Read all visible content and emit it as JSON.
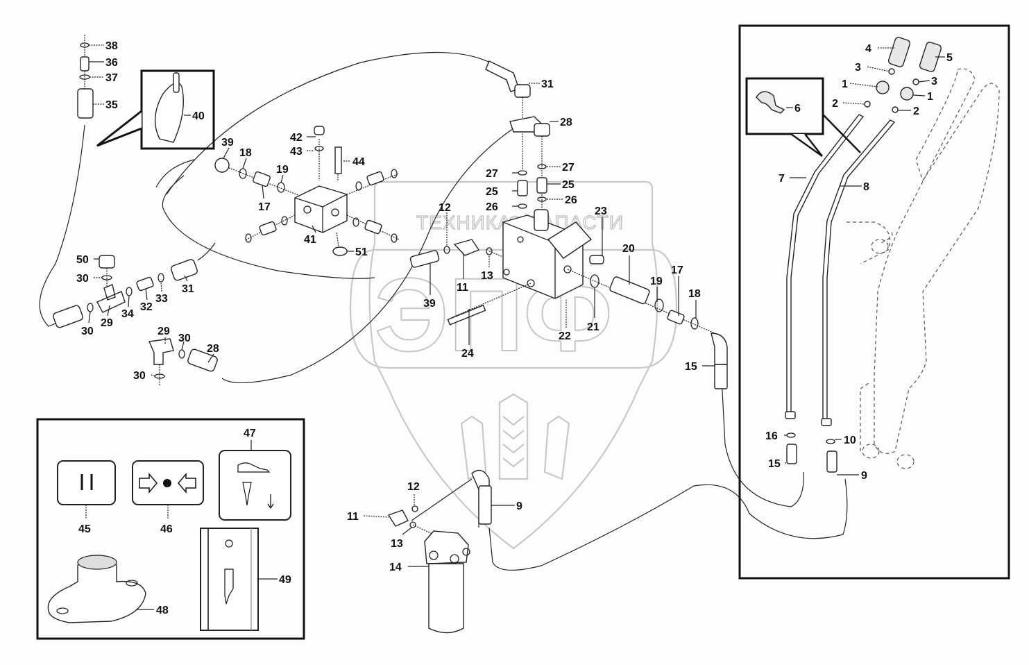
{
  "diagram": {
    "title": "Hydraulic hose and valve assembly — exploded parts view",
    "watermark": {
      "brand_text_left": "ТЕХНИКА",
      "brand_text_right": "ЗАПАСТИ",
      "logo_letters": "ЭПФ"
    },
    "callouts": {
      "c38": "38",
      "c36": "36",
      "c37": "37",
      "c35": "35",
      "c40": "40",
      "c39a": "39",
      "c18a": "18",
      "c19a": "19",
      "c17a": "17",
      "c42": "42",
      "c43": "43",
      "c44": "44",
      "c41": "41",
      "c51": "51",
      "c31a": "31",
      "c28a": "28",
      "c27a": "27",
      "c27b": "27",
      "c25a": "25",
      "c25b": "25",
      "c26a": "26",
      "c26b": "26",
      "c12a": "12",
      "c11a": "11",
      "c13a": "13",
      "c39b": "39",
      "c23": "23",
      "c20": "20",
      "c19b": "19",
      "c17b": "17",
      "c18b": "18",
      "c21": "21",
      "c22": "22",
      "c24": "24",
      "c15a": "15",
      "c50": "50",
      "c30a": "30",
      "c30b": "30",
      "c29a": "29",
      "c34": "34",
      "c32": "32",
      "c33": "33",
      "c31b": "31",
      "c29b": "29",
      "c30c": "30",
      "c30d": "30",
      "c28b": "28",
      "c4": "4",
      "c5": "5",
      "c3a": "3",
      "c3b": "3",
      "c1a": "1",
      "c1b": "1",
      "c2a": "2",
      "c2b": "2",
      "c6": "6",
      "c7": "7",
      "c8": "8",
      "c16": "16",
      "c10": "10",
      "c15b": "15",
      "c9a": "9",
      "c12b": "12",
      "c11b": "11",
      "c13b": "13",
      "c14": "14",
      "c9b": "9",
      "c45": "45",
      "c46": "46",
      "c47": "47",
      "c48": "48",
      "c49": "49"
    },
    "inset_panels": [
      {
        "name": "cable-tie-inset",
        "part": "40"
      },
      {
        "name": "clamp-inset",
        "part": "6"
      },
      {
        "name": "decals-inset",
        "parts": [
          "45",
          "46",
          "47",
          "48",
          "49"
        ]
      },
      {
        "name": "loader-arm-frame",
        "parts": [
          "1",
          "2",
          "3",
          "4",
          "5",
          "6",
          "7",
          "8",
          "9",
          "10",
          "15",
          "16"
        ]
      }
    ],
    "decal_symbols": {
      "d45": "pause-bars",
      "d46": "arrows-to-dot",
      "d47": "foot-pedal-down"
    }
  }
}
